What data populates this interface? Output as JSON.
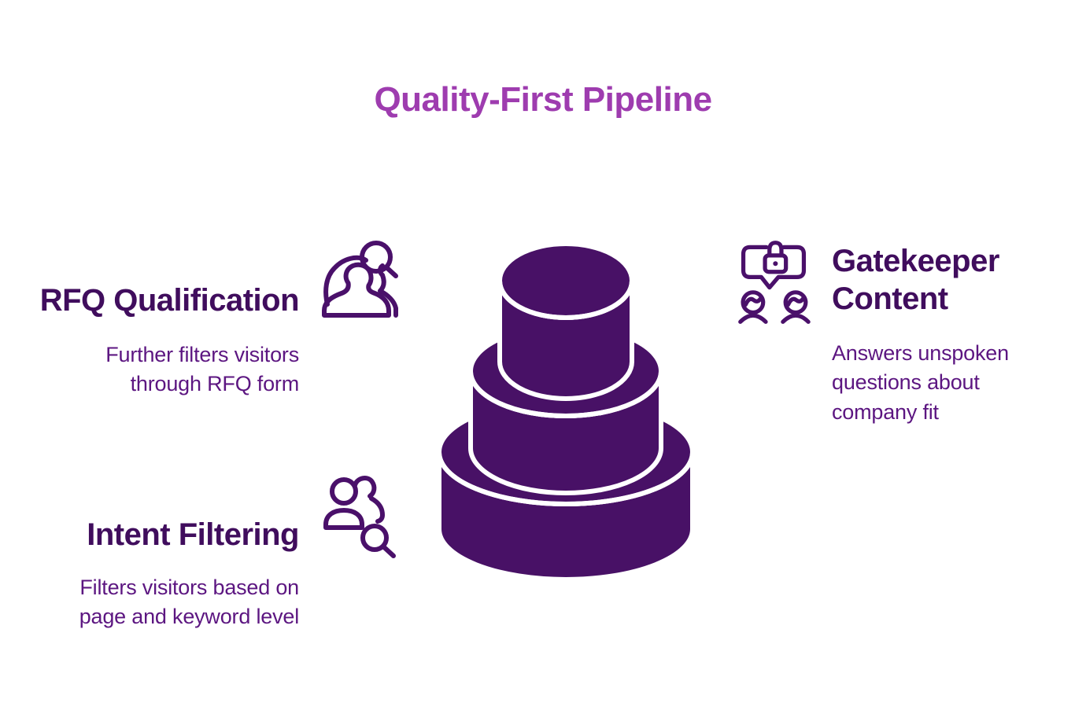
{
  "title": {
    "text": "Quality-First Pipeline",
    "color": "#9E3CAF"
  },
  "colors": {
    "heading": "#400D5D",
    "body_text": "#5C1681",
    "icon_stroke": "#4A106A",
    "tier_fill": "#481166",
    "tier_outline": "#FFFFFF",
    "background": "#FFFFFF"
  },
  "items": [
    {
      "id": "rfq-qualification",
      "heading": "RFQ Qualification",
      "description": [
        "Further filters visitors",
        "through RFQ form"
      ],
      "icon": "person-search-icon",
      "side": "left"
    },
    {
      "id": "intent-filtering",
      "heading": "Intent Filtering",
      "description": [
        "Filters visitors based on",
        "page and keyword level"
      ],
      "icon": "users-search-icon",
      "side": "left"
    },
    {
      "id": "gatekeeper-content",
      "heading": [
        "Gatekeeper",
        "Content"
      ],
      "description": [
        "Answers unspoken",
        "questions about",
        "company fit"
      ],
      "icon": "secure-chat-users-icon",
      "side": "right"
    }
  ],
  "diagram": {
    "type": "stacked-cylinder-pyramid",
    "tiers": 3,
    "tier_names_implied": [
      "top",
      "middle",
      "bottom"
    ]
  }
}
